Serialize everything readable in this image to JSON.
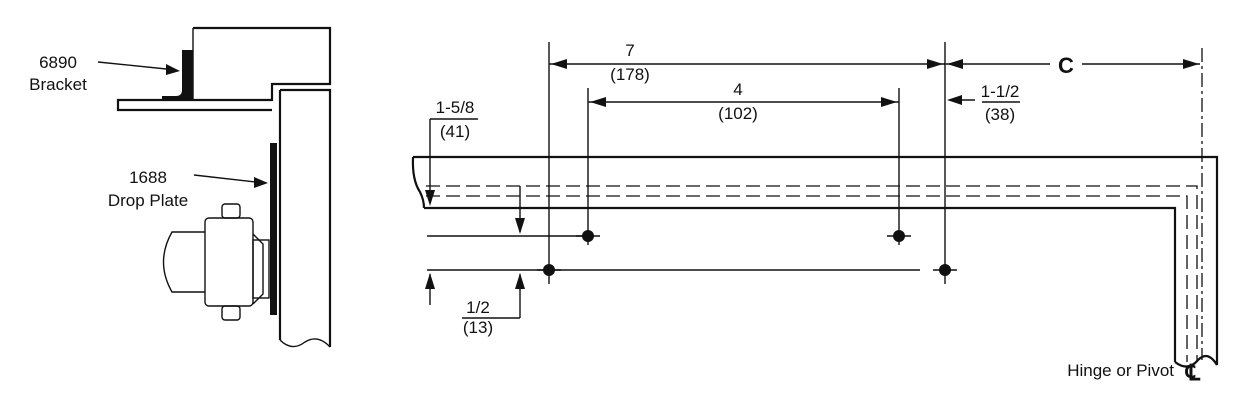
{
  "labels": {
    "bracket_part": "6890",
    "bracket_name": "Bracket",
    "plate_part": "1688",
    "plate_name": "Drop Plate",
    "dim_7": "7",
    "dim_7_mm": "(178)",
    "dim_4": "4",
    "dim_4_mm": "(102)",
    "dim_c": "C",
    "dim_1_1_2": "1-1/2",
    "dim_1_1_2_mm": "(38)",
    "dim_1_5_8": "1-5/8",
    "dim_1_5_8_mm": "(41)",
    "dim_1_2": "1/2",
    "dim_1_2_mm": "(13)",
    "hinge_label": "Hinge or Pivot",
    "centerline_symbol": "℄"
  }
}
